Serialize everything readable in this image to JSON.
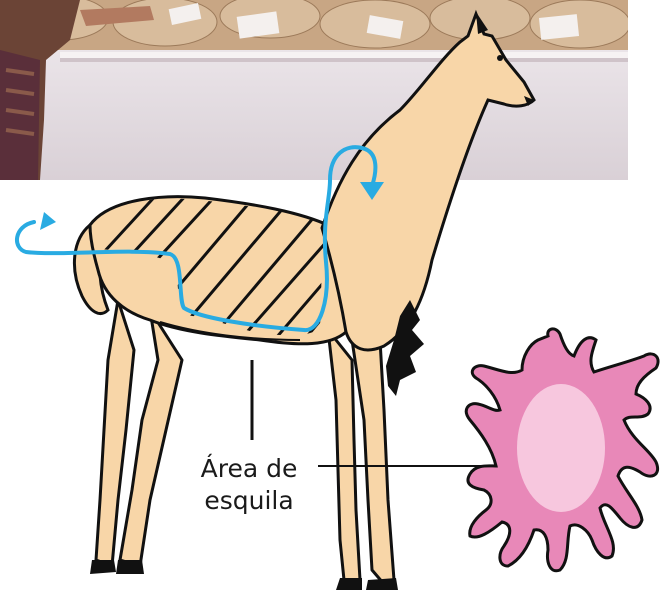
{
  "labels": {
    "line1": "Área de",
    "line2": "esquila"
  },
  "colors": {
    "llama_fill": "#f8d6a8",
    "outline": "#111111",
    "shear_path": "#29abe2",
    "skin_outer": "#e888b8",
    "skin_inner": "#f7c7de",
    "photo_wall": "#ece6ea",
    "photo_bundles": "#c9a989"
  },
  "icons": {
    "photo": "market-photo",
    "animal": "llama-illustration",
    "pelt": "fleece-pelt-icon"
  }
}
